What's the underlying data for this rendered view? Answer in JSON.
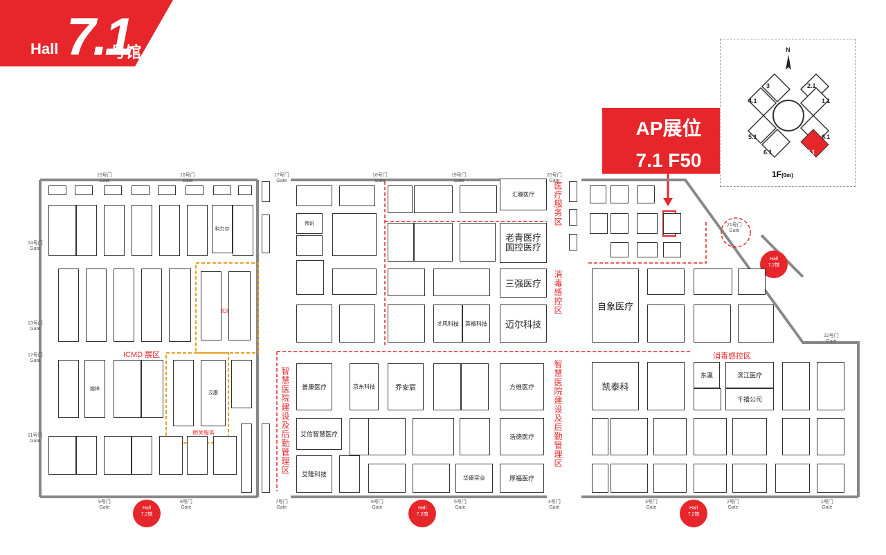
{
  "header": {
    "hall_word": "Hall",
    "hall_number": "7.1",
    "hall_suffix": "号馆"
  },
  "callout": {
    "line1": "AP展位",
    "line2": "7.1 F50"
  },
  "minimap": {
    "halls": [
      "3",
      "2.1",
      "4.1",
      "1.1",
      "5.1",
      "8.1",
      "6.1",
      "7.1"
    ],
    "north": "N",
    "floor": "1F",
    "floor_sub": "(0m)"
  },
  "gates": {
    "g15": "15号门\nGate",
    "g16": "16号门\nGate",
    "g17": "17号门\nGate",
    "g18": "18号门\nGate",
    "g19": "19号门\nGate",
    "g20": "20号门\nGate",
    "g21": "21号门\nGate",
    "g22": "22号门\nGate",
    "g14": "14号门\nGate",
    "g13": "13号门\nGate",
    "g12": "12号门\nGate",
    "g11": "11号门\nGate",
    "g9": "9号门\nGate",
    "g8": "8号门\nGate",
    "g7": "7号门\nGate",
    "g6": "6号门\nGate",
    "g5": "5号门\nGate",
    "g4": "4号门\nGate",
    "g3": "3号门\nGate",
    "g2": "2号门\nGate",
    "g1": "1号门\nGate"
  },
  "hall_links": {
    "label": "Hall\n7.2馆"
  },
  "zones": {
    "medical_service": "医疗服务区",
    "disinfection_v": "消毒感控区",
    "smart_hospital_left": "智慧医院建设及后勤管理区",
    "smart_hospital_right": "智慧医院建设及后勤管理区",
    "disinfection_h": "消毒感控区",
    "icmd": "ICMD 展区",
    "jdi": "JDI展区",
    "related": "相关服务"
  },
  "booths": {
    "b_sanjiang": "三强医疗",
    "b_laoqing": "老青医疗\n国控医疗",
    "b_maier": "迈尔科技",
    "b_zixiang": "自象医疗",
    "b_kaitai": "凯泰科",
    "b_puxing": "普康医疗",
    "b_jingdong": "京东科技",
    "b_qiaoan": "乔安宸",
    "b_fanghua": "方维医疗",
    "b_aixin": "艾信智慧医疗",
    "b_aipu": "艾隆科技",
    "b_hengde": "浩德医疗",
    "b_houfu": "厚福医疗",
    "b_huaying": "华盛实业",
    "b_caifeng": "才风科技",
    "b_yingke": "英格科技",
    "b_binjiang": "滨江医疗",
    "b_qianhe": "千禧公司",
    "b_dongfang": "东瀛",
    "b_huiyao": "汇趣医疗",
    "b_bangxun": "邦讯",
    "b_kelun": "科力尔",
    "b_hanzhi": "汉康",
    "b_yuehui": "越祥"
  },
  "colors": {
    "brand_red": "#e7262b",
    "zone_orange": "#e8a020"
  }
}
